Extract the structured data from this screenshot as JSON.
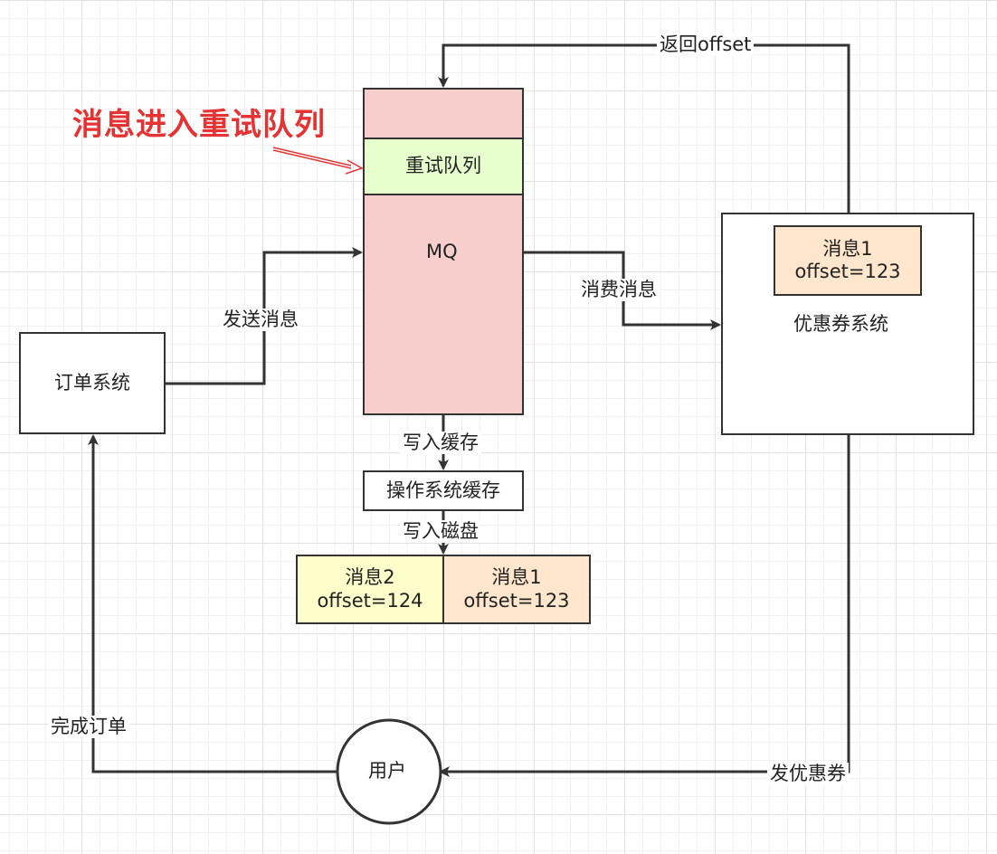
{
  "annotation": {
    "text": "消息进入重试队列",
    "color": "#e53333"
  },
  "mq": {
    "label": "MQ",
    "retry_queue_label": "重试队列",
    "color": "#f8cecc",
    "retry_queue_color": "#e6ffcc"
  },
  "order_system": {
    "label": "订单系统"
  },
  "coupon_system": {
    "label": "优惠券系统",
    "message": {
      "title": "消息1",
      "offset": "offset=123",
      "color": "#ffe6cc"
    }
  },
  "os_cache": {
    "label": "操作系统缓存"
  },
  "disk": {
    "messages": [
      {
        "title": "消息2",
        "offset": "offset=124",
        "color": "#ffffcc"
      },
      {
        "title": "消息1",
        "offset": "offset=123",
        "color": "#ffe6cc"
      }
    ]
  },
  "user": {
    "label": "用户"
  },
  "edges": {
    "send_message": "发送消息",
    "consume_message": "消费消息",
    "return_offset": "返回offset",
    "write_cache": "写入缓存",
    "write_disk": "写入磁盘",
    "issue_coupon": "发优惠券",
    "complete_order": "完成订单"
  }
}
